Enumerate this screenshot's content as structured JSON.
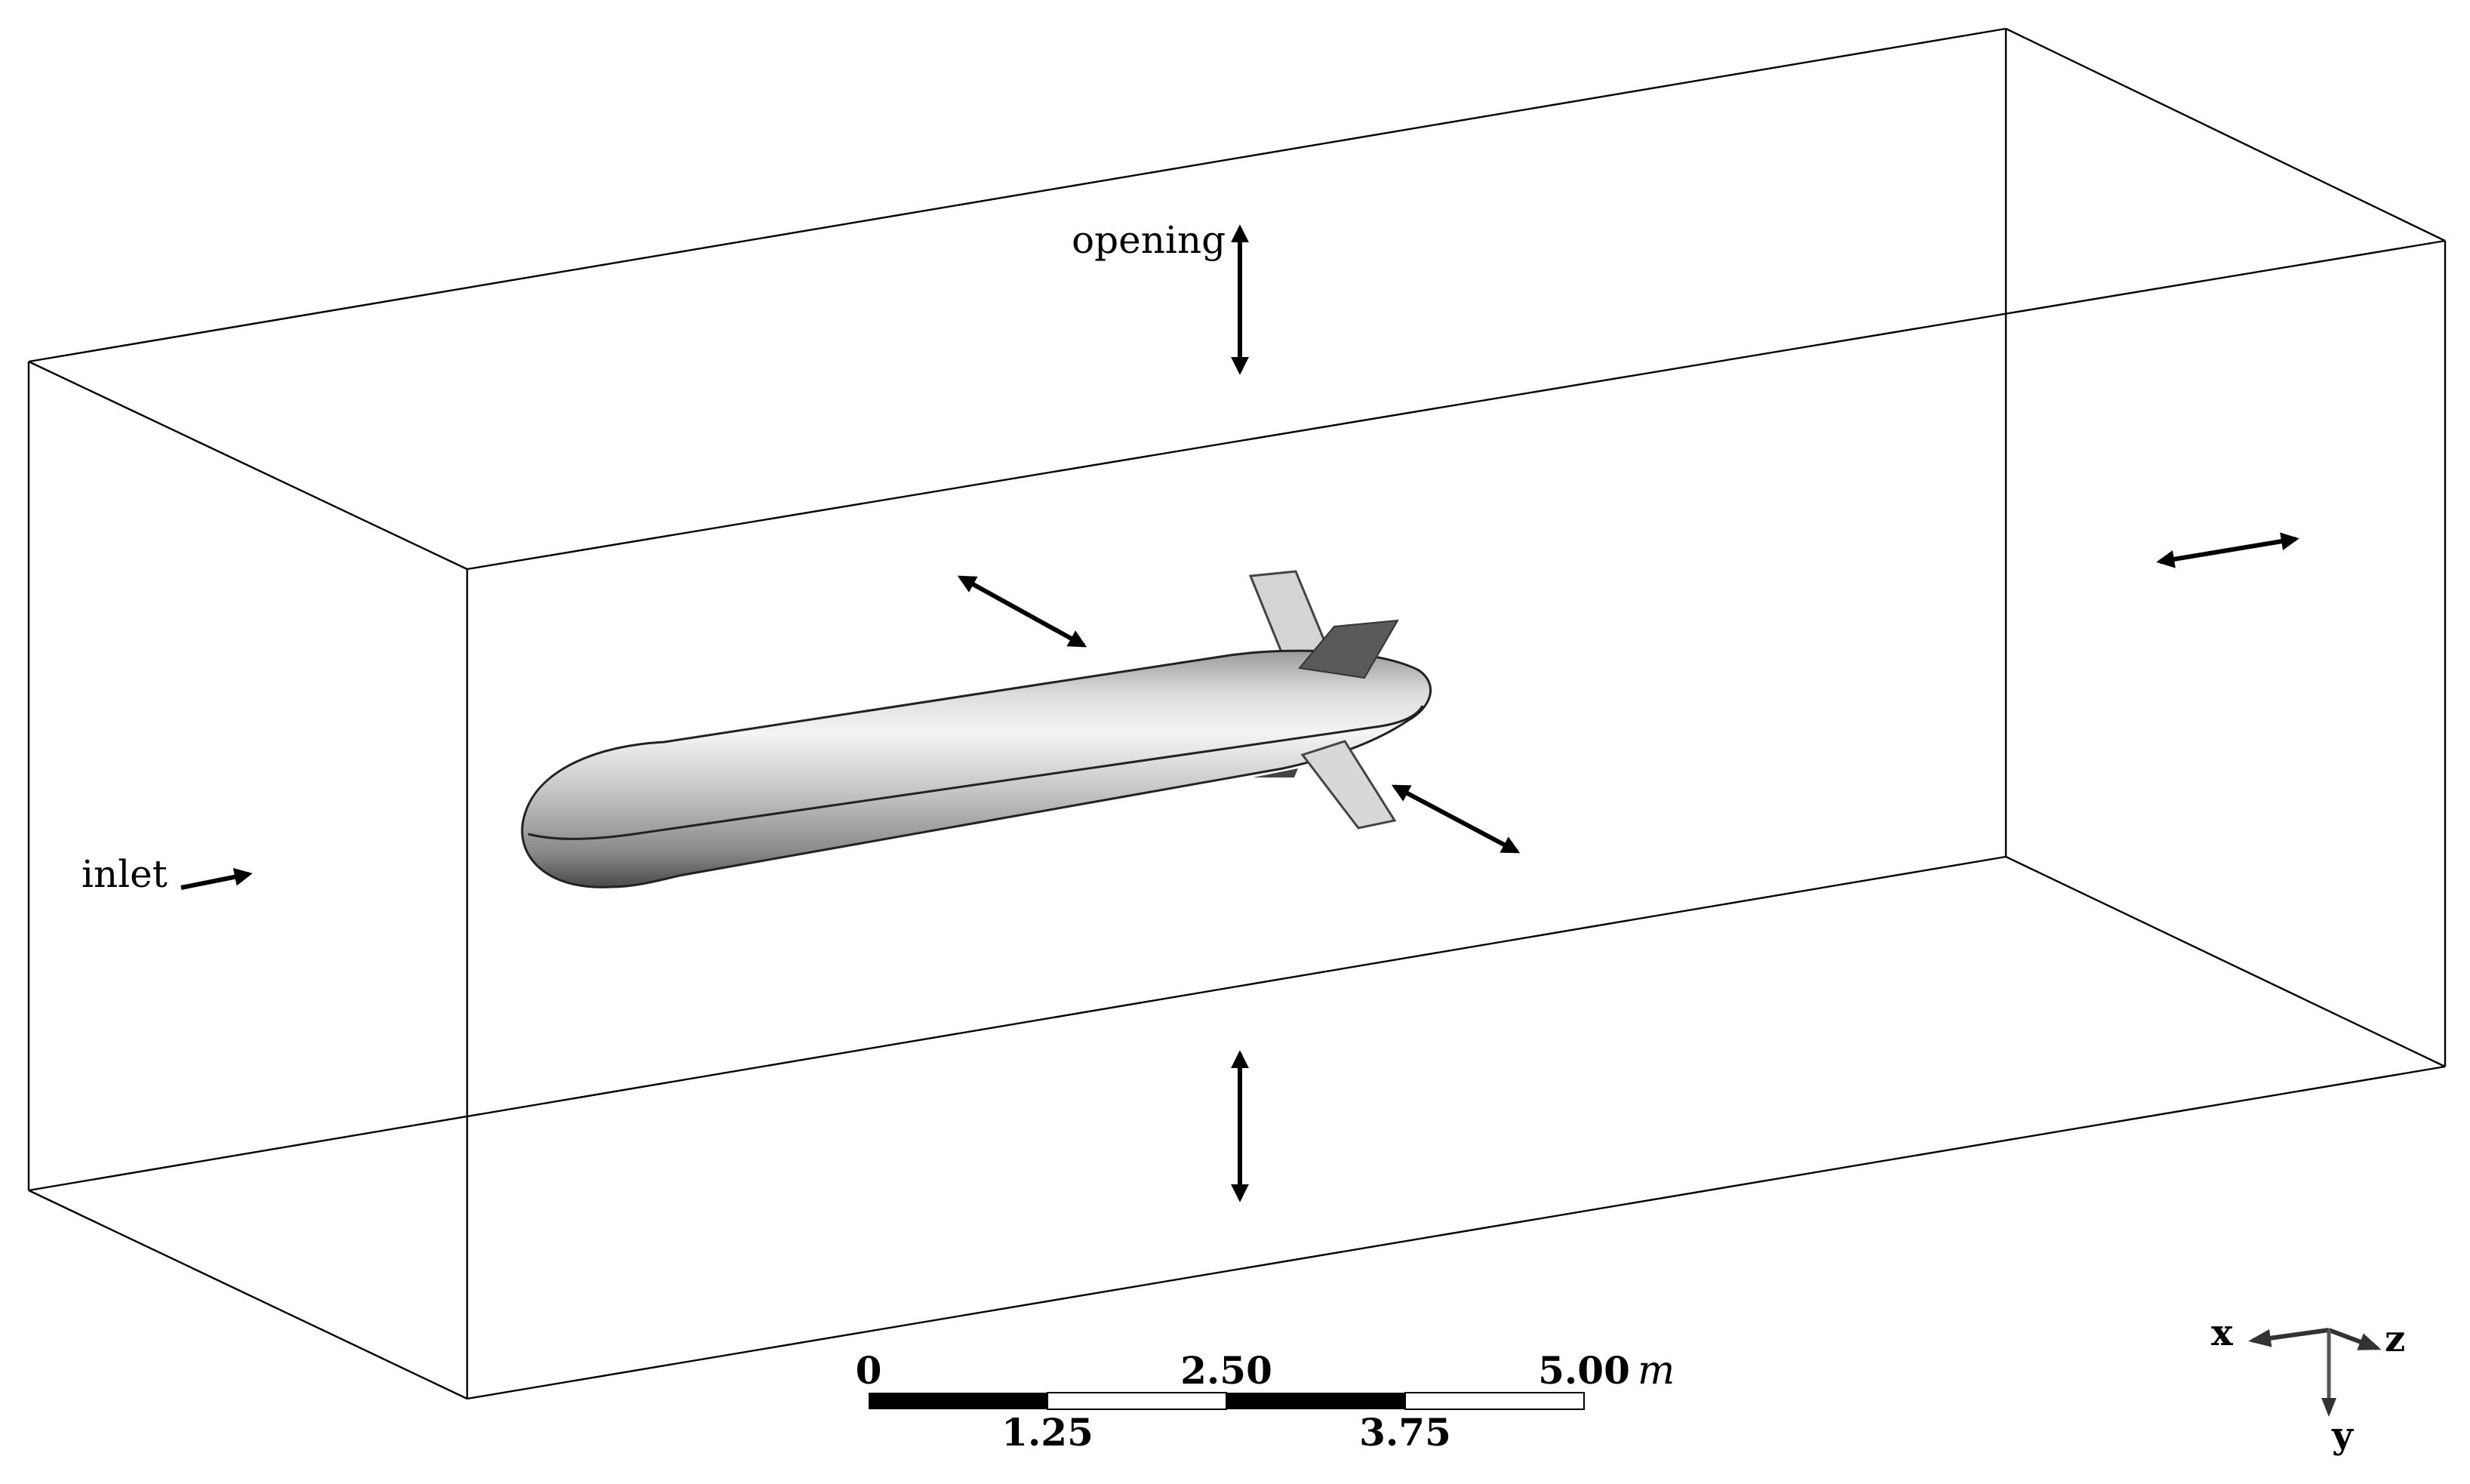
{
  "labels": {
    "opening": "opening",
    "inlet": "inlet"
  },
  "scale_bar": {
    "ticks_top": [
      "0",
      "2.50",
      "5.00"
    ],
    "ticks_bottom": [
      "1.25",
      "3.75"
    ],
    "unit": "m"
  },
  "axes_triad": {
    "x": "x",
    "y": "y",
    "z": "z"
  },
  "colors": {
    "lines": "#000000",
    "hull": "#c8c8c8",
    "fin_light": "#d2d2d2",
    "fin_dark": "#5a5a5a",
    "triad": "#333333"
  }
}
